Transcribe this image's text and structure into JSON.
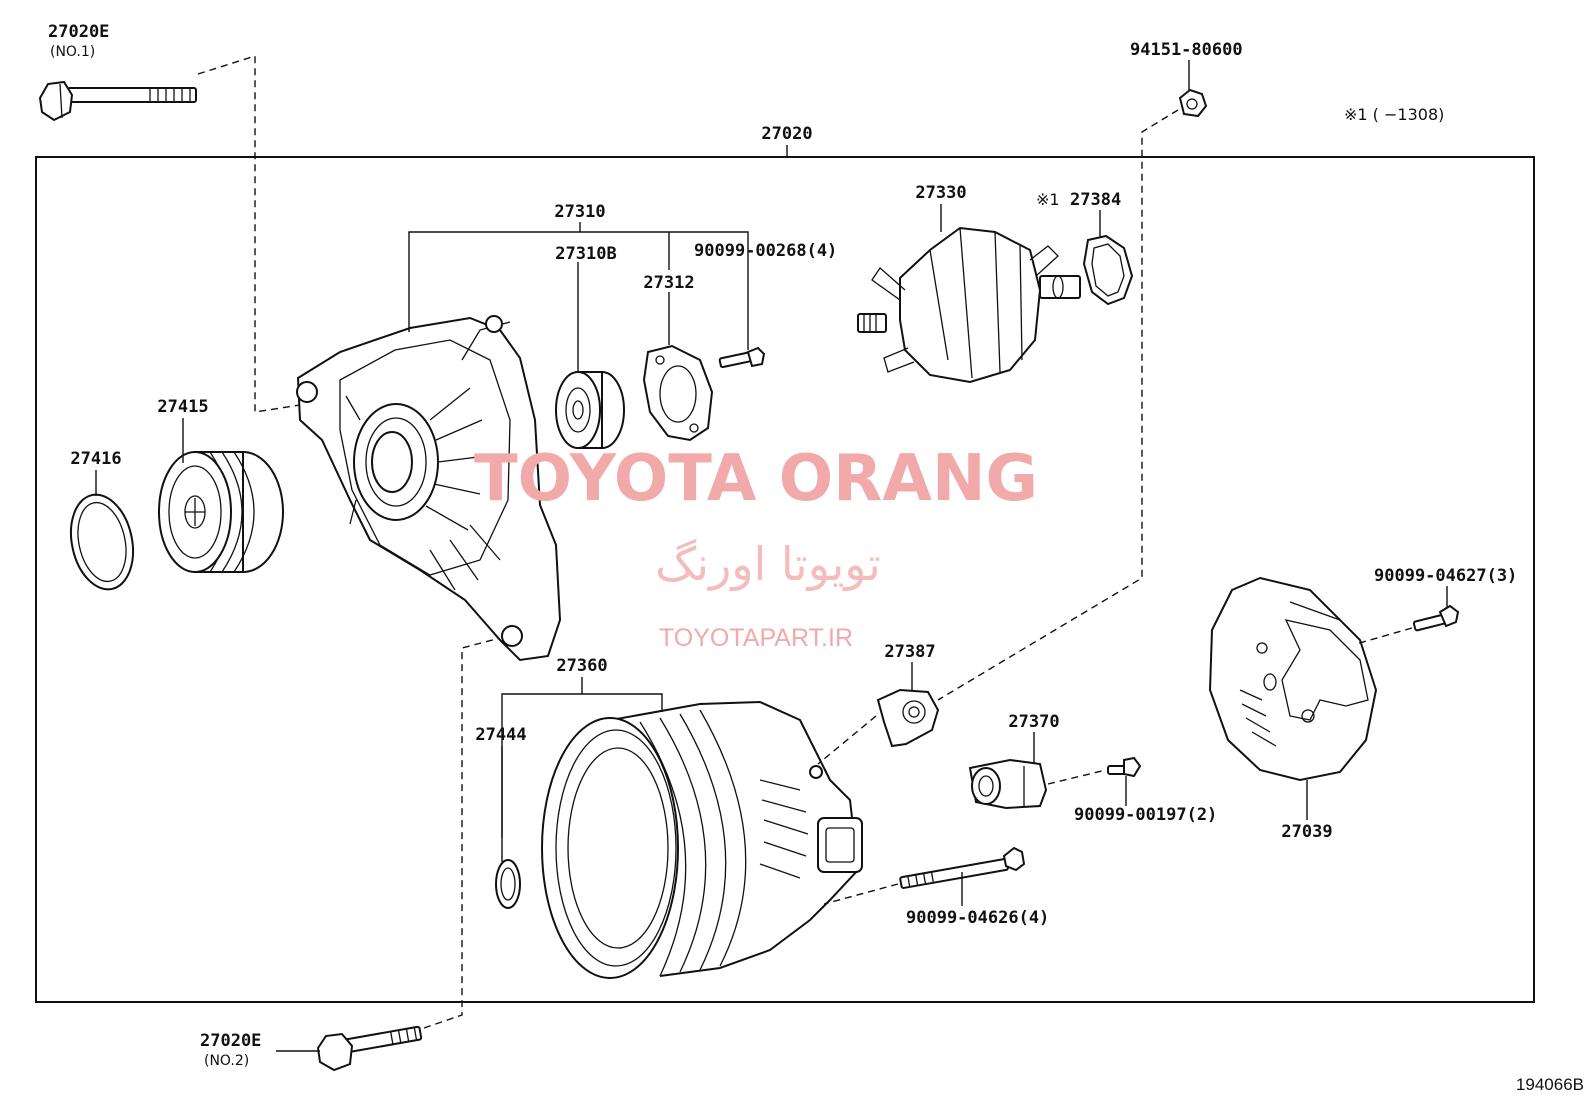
{
  "diagram": {
    "figure_code": "194066B",
    "footnote": "※1 (      −1308)",
    "parts": {
      "p27020": "27020",
      "p27020E_top": "27020E",
      "p27020E_top_sub": "(NO.1)",
      "p27020E_bottom": "27020E",
      "p27020E_bottom_sub": "(NO.2)",
      "p94151": "94151-80600",
      "p27310": "27310",
      "p27310B": "27310B",
      "p27312": "27312",
      "p90099_00268": "90099-00268(4)",
      "p27330": "27330",
      "p27384_mark": "※1",
      "p27384": "27384",
      "p27415": "27415",
      "p27416": "27416",
      "p27360": "27360",
      "p27444": "27444",
      "p27387": "27387",
      "p27370": "27370",
      "p90099_00197": "90099-00197(2)",
      "p90099_04627": "90099-04627(3)",
      "p27039": "27039",
      "p90099_04626": "90099-04626(4)"
    }
  },
  "watermark": {
    "title": "TOYOTA ORANG",
    "persian": "تویوتا اورنگ",
    "site": "TOYOTAPART.IR"
  }
}
